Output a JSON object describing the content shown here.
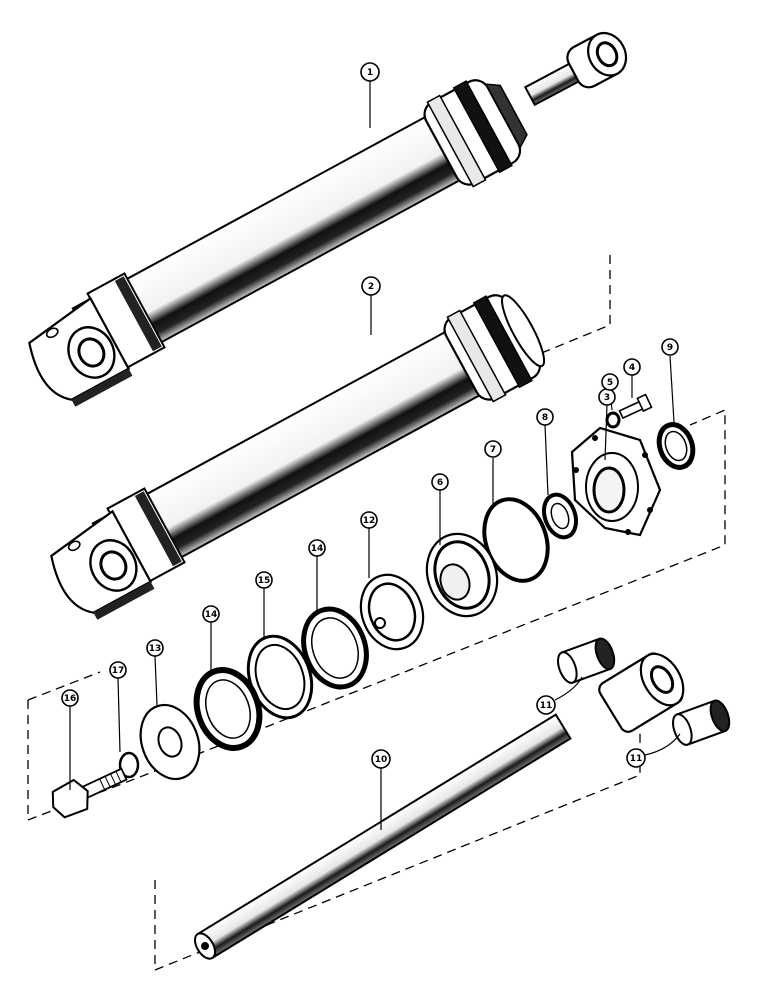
{
  "diagram": {
    "colors": {
      "ink": "#000000",
      "paper": "#ffffff",
      "shade": "#d8d8d8"
    },
    "callouts": [
      {
        "id": "c1",
        "text": "1"
      },
      {
        "id": "c2",
        "text": "2"
      },
      {
        "id": "c3",
        "text": "3"
      },
      {
        "id": "c4",
        "text": "4"
      },
      {
        "id": "c5",
        "text": "5"
      },
      {
        "id": "c6",
        "text": "6"
      },
      {
        "id": "c7",
        "text": "7"
      },
      {
        "id": "c8",
        "text": "8"
      },
      {
        "id": "c9",
        "text": "9"
      },
      {
        "id": "c10",
        "text": "10"
      },
      {
        "id": "c11a",
        "text": "11"
      },
      {
        "id": "c11b",
        "text": "11"
      },
      {
        "id": "c12",
        "text": "12"
      },
      {
        "id": "c13",
        "text": "13"
      },
      {
        "id": "c14a",
        "text": "14"
      },
      {
        "id": "c14b",
        "text": "14"
      },
      {
        "id": "c15",
        "text": "15"
      },
      {
        "id": "c16",
        "text": "16"
      },
      {
        "id": "c17",
        "text": "17"
      }
    ]
  }
}
